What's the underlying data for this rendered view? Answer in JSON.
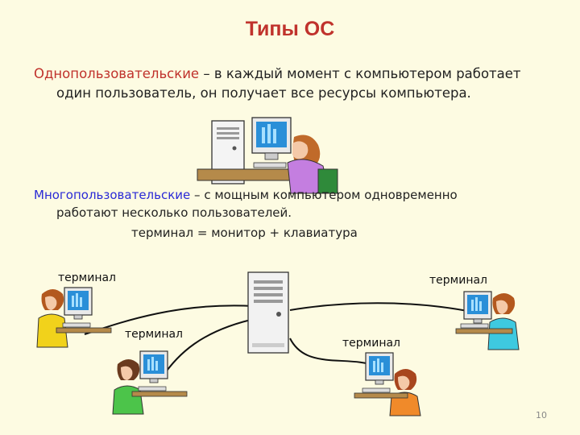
{
  "slide": {
    "title": "Типы ОС",
    "single": {
      "term": "Однопользовательские",
      "dash": " – ",
      "line1": "в каждый момент с компьютером работает",
      "line2": "один пользователь, он получает все ресурсы компьютера."
    },
    "multi": {
      "term": "Многопользовательские",
      "dash": " – ",
      "line1": "с мощным компьютером одновременно",
      "line2": "работают несколько пользователей."
    },
    "equation": "терминал = монитор + клавиатура",
    "terminal_label": "терминал",
    "page_number": "10",
    "colors": {
      "background": "#fdfbe2",
      "title": "#c0322c",
      "single_term": "#c0322c",
      "multi_term": "#2a2ad6"
    }
  }
}
